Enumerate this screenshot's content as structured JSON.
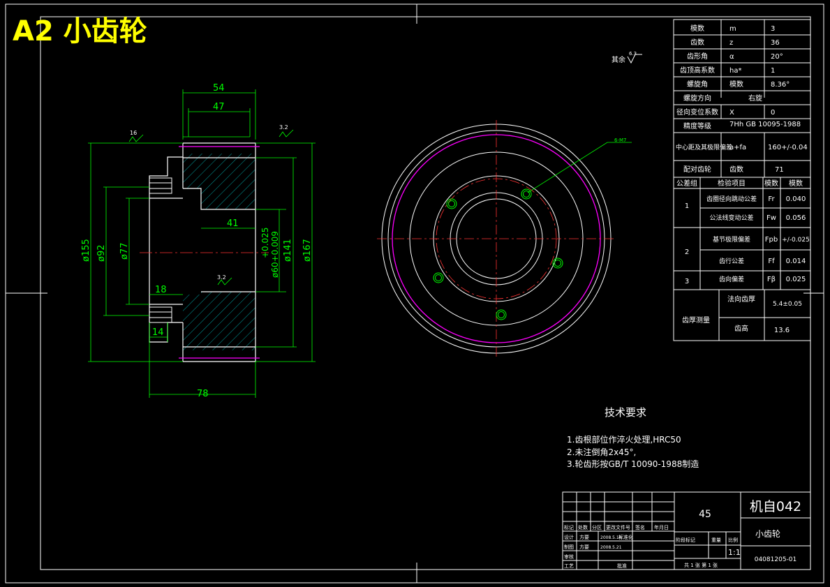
{
  "title": "A2  小齿轮",
  "surface_marks": {
    "rest": "其余",
    "rest_val": "6.3",
    "r16": "16",
    "r32a": "3.2",
    "r32b": "3.2"
  },
  "dims": {
    "d54": "54",
    "d47": "47",
    "d41": "41",
    "d18": "18",
    "d14": "14",
    "d78": "78",
    "d155": "ø155",
    "d92": "ø92",
    "d77": "ø77",
    "d60": "ø60+0.009",
    "d60tol": "+0.025",
    "d141": "ø141",
    "d167": "ø167",
    "hole": "6-M7"
  },
  "params": [
    [
      "模数",
      "m",
      "3"
    ],
    [
      "齿数",
      "z",
      "36"
    ],
    [
      "齿形角",
      "α",
      "20°"
    ],
    [
      "齿顶高系数",
      "ha*",
      "1"
    ],
    [
      "螺旋角",
      "模数",
      "8.36°"
    ],
    [
      "螺旋方向",
      "",
      "右旋"
    ],
    [
      "径向变位系数",
      "X",
      "0"
    ],
    [
      "精度等级",
      "7Hh GB 10095-1988",
      ""
    ],
    [
      "中心距及其极限偏差",
      "a+fa",
      "160+/-0.04"
    ],
    [
      "配对齿轮",
      "齿数",
      "71"
    ]
  ],
  "tol_header": [
    "公差组",
    "检验项目",
    "模数",
    "模数"
  ],
  "tol_rows": [
    {
      "group": "1",
      "item": "齿圈径向跳动公差",
      "sym": "Fr",
      "val": "0.040"
    },
    {
      "group": "",
      "item": "公法线变动公差",
      "sym": "Fw",
      "val": "0.056"
    },
    {
      "group": "2",
      "item": "基节极限偏差",
      "sym": "Fpb",
      "val": "+/-0.025"
    },
    {
      "group": "",
      "item": "齿行公差",
      "sym": "Ff",
      "val": "0.014"
    },
    {
      "group": "3",
      "item": "齿向偏差",
      "sym": "Fβ",
      "val": "0.025"
    }
  ],
  "thickness": {
    "label": "齿厚测量",
    "r1": "法向齿厚",
    "v1": "5.4±0.05",
    "r2": "齿高",
    "v2": "13.6"
  },
  "requirements": {
    "title": "技术要求",
    "items": [
      "1.齿根部位作淬火处理,HRC50",
      "2.未注倒角2x45°,",
      "3.轮齿形按GB/T 10090-1988制造"
    ]
  },
  "titleblock": {
    "material": "45",
    "code": "机自042",
    "part": "小齿轮",
    "drawing_no": "04081205-01",
    "scale": "1:1",
    "headers": [
      "标记",
      "处数",
      "分区",
      "更改文件号",
      "签名",
      "年月日"
    ],
    "row_design": [
      "设计",
      "方要",
      "2008.5.14",
      "标准化"
    ],
    "row_draw": [
      "制图",
      "方要",
      "2008.5.21"
    ],
    "row_check": [
      "审核"
    ],
    "row_proc": [
      "工艺",
      "批准"
    ],
    "stage_labels": [
      "阶段标记",
      "重量",
      "比例"
    ],
    "sheets": "共 1 张  第 1 张"
  }
}
